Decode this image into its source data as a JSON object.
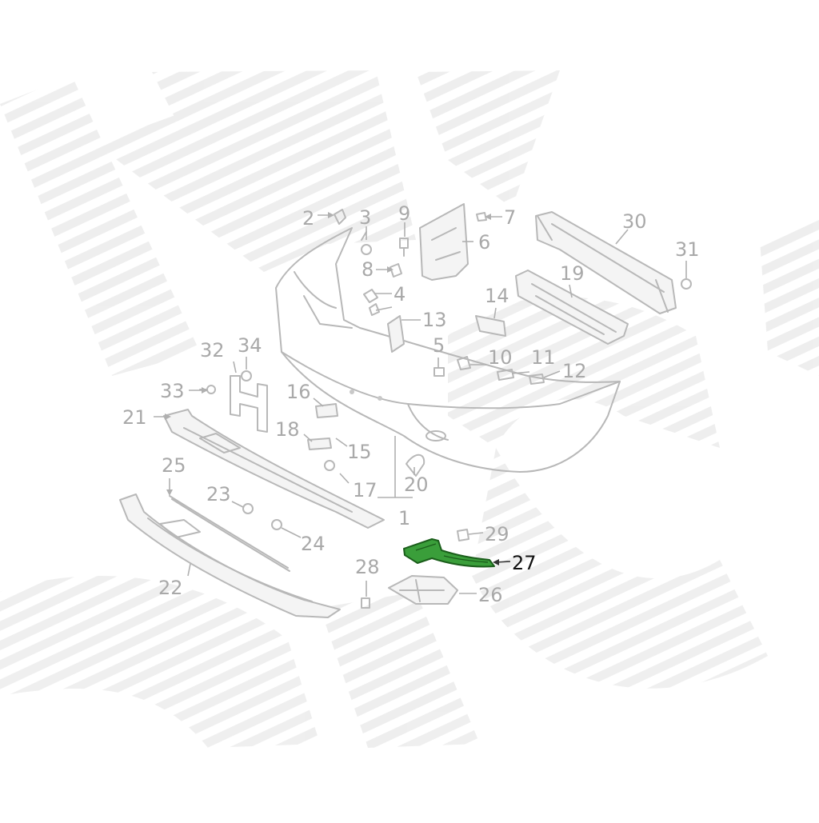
{
  "diagram": {
    "highlight_color": "#3a9e3a",
    "label_color": "#a9a9a9",
    "highlight_label_color": "#111111",
    "highlighted_part": "27",
    "callouts": [
      {
        "id": "1",
        "label": "1"
      },
      {
        "id": "2",
        "label": "2"
      },
      {
        "id": "3",
        "label": "3"
      },
      {
        "id": "4",
        "label": "4"
      },
      {
        "id": "5",
        "label": "5"
      },
      {
        "id": "6",
        "label": "6"
      },
      {
        "id": "7",
        "label": "7"
      },
      {
        "id": "8",
        "label": "8"
      },
      {
        "id": "9",
        "label": "9"
      },
      {
        "id": "10",
        "label": "10"
      },
      {
        "id": "11",
        "label": "11"
      },
      {
        "id": "12",
        "label": "12"
      },
      {
        "id": "13",
        "label": "13"
      },
      {
        "id": "14",
        "label": "14"
      },
      {
        "id": "15",
        "label": "15"
      },
      {
        "id": "16",
        "label": "16"
      },
      {
        "id": "17",
        "label": "17"
      },
      {
        "id": "18",
        "label": "18"
      },
      {
        "id": "19",
        "label": "19"
      },
      {
        "id": "20",
        "label": "20"
      },
      {
        "id": "21",
        "label": "21"
      },
      {
        "id": "22",
        "label": "22"
      },
      {
        "id": "23",
        "label": "23"
      },
      {
        "id": "24",
        "label": "24"
      },
      {
        "id": "25",
        "label": "25"
      },
      {
        "id": "26",
        "label": "26"
      },
      {
        "id": "27",
        "label": "27"
      },
      {
        "id": "28",
        "label": "28"
      },
      {
        "id": "29",
        "label": "29"
      },
      {
        "id": "30",
        "label": "30"
      },
      {
        "id": "31",
        "label": "31"
      },
      {
        "id": "32",
        "label": "32"
      },
      {
        "id": "33",
        "label": "33"
      },
      {
        "id": "34",
        "label": "34"
      }
    ]
  }
}
